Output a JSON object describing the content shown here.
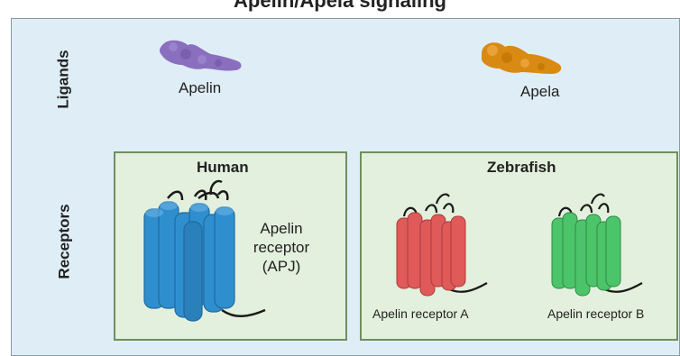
{
  "figure": {
    "title": "Apelin/Apela signaling"
  },
  "rows": {
    "ligands": "Ligands",
    "receptors": "Receptors"
  },
  "ligands": [
    {
      "label": "Apelin",
      "color": "#8a6fbf"
    },
    {
      "label": "Apela",
      "color": "#d98a12"
    }
  ],
  "groups": {
    "human": {
      "title": "Human",
      "receptor_label": [
        "Apelin",
        "receptor",
        "(APJ)"
      ],
      "color": "#2f8fce"
    },
    "zebrafish": {
      "title": "Zebrafish",
      "receptor_a": {
        "label": "Apelin receptor A",
        "color": "#e05a5a"
      },
      "receptor_b": {
        "label": "Apelin receptor B",
        "color": "#4cc46a"
      }
    }
  },
  "colors": {
    "panel_bg": "#dfeef6",
    "box_bg": "#e3f0dd",
    "box_border": "#6f8f5e"
  }
}
